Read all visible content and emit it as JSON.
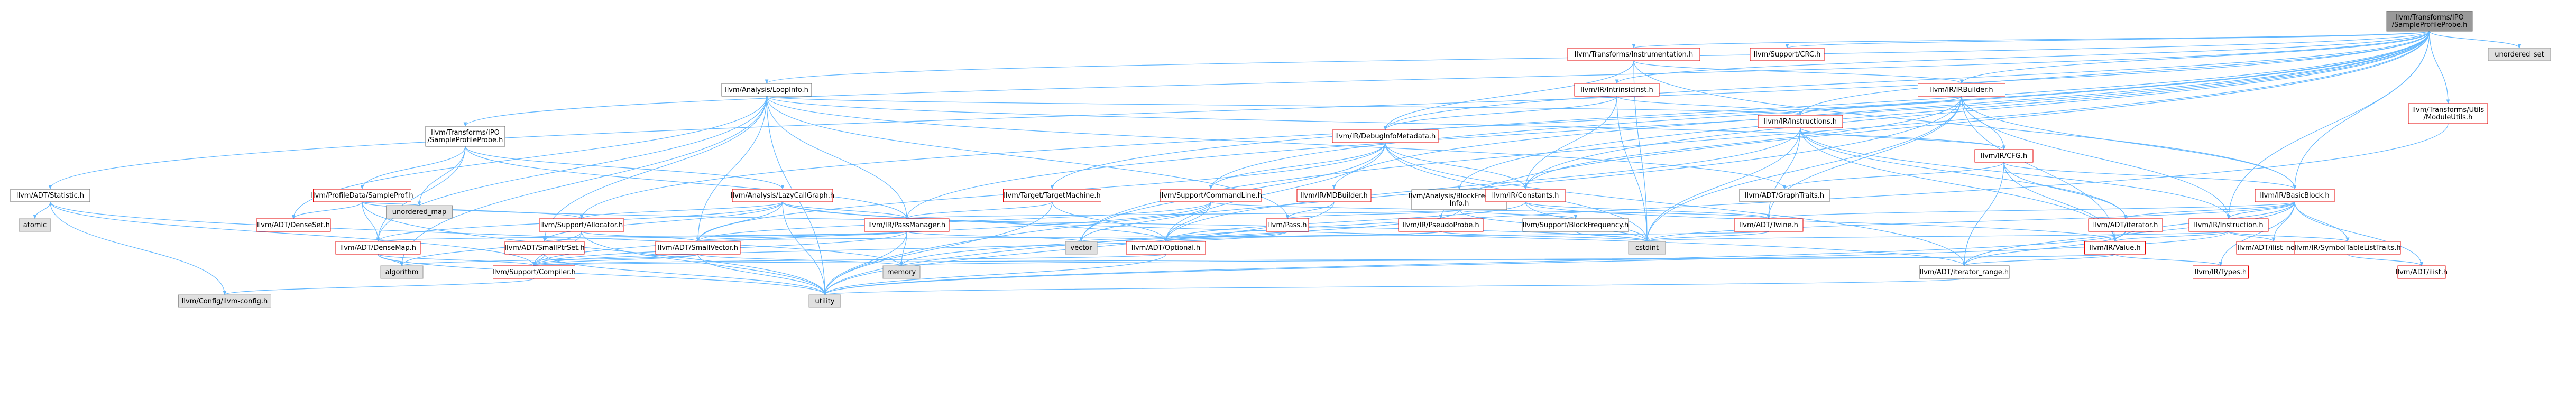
{
  "colors": {
    "edge": "#63b8ff",
    "node_border_red": "#e60000",
    "node_fill_gray": "#e0e0e0",
    "root_fill": "#999999"
  },
  "nodes": [
    {
      "id": "root",
      "style": "root",
      "lines": [
        "llvm/Transforms/IPO",
        "/SampleProfileProbe.h"
      ]
    },
    {
      "id": "crc",
      "style": "red",
      "lines": [
        "llvm/Support/CRC.h"
      ]
    },
    {
      "id": "uset",
      "style": "gray",
      "lines": [
        "unordered_set"
      ]
    },
    {
      "id": "instr",
      "style": "red",
      "lines": [
        "llvm/Transforms/Instrumentation.h"
      ]
    },
    {
      "id": "irbuilder",
      "style": "red",
      "lines": [
        "llvm/IR/IRBuilder.h"
      ]
    },
    {
      "id": "intrinsic",
      "style": "red",
      "lines": [
        "llvm/IR/IntrinsicInst.h"
      ]
    },
    {
      "id": "moduleutils",
      "style": "red",
      "lines": [
        "llvm/Transforms/Utils",
        "/ModuleUtils.h"
      ]
    },
    {
      "id": "loopinfo",
      "style": "plain",
      "lines": [
        "llvm/Analysis/LoopInfo.h"
      ]
    },
    {
      "id": "instructions",
      "style": "red",
      "lines": [
        "llvm/IR/Instructions.h"
      ]
    },
    {
      "id": "irCFG",
      "style": "red",
      "lines": [
        "llvm/IR/CFG.h"
      ]
    },
    {
      "id": "spp",
      "style": "plain",
      "lines": [
        "llvm/Transforms/IPO",
        "/SampleProfileProbe.h"
      ]
    },
    {
      "id": "debuginfo",
      "style": "red",
      "lines": [
        "llvm/IR/DebugInfoMetadata.h"
      ]
    },
    {
      "id": "statistic",
      "style": "plain",
      "lines": [
        "llvm/ADT/Statistic.h"
      ]
    },
    {
      "id": "profiledata",
      "style": "red",
      "lines": [
        "llvm/ProfileData/SampleProf.h"
      ]
    },
    {
      "id": "lazycg",
      "style": "red",
      "lines": [
        "llvm/Analysis/LazyCallGraph.h"
      ]
    },
    {
      "id": "targetmachine",
      "style": "red",
      "lines": [
        "llvm/Target/TargetMachine.h"
      ]
    },
    {
      "id": "cmdline",
      "style": "red",
      "lines": [
        "llvm/Support/CommandLine.h"
      ]
    },
    {
      "id": "mdbuilder",
      "style": "red",
      "lines": [
        "llvm/IR/MDBuilder.h"
      ]
    },
    {
      "id": "bfi",
      "style": "plain",
      "lines": [
        "llvm/Analysis/BlockFrequency",
        "Info.h"
      ]
    },
    {
      "id": "constants",
      "style": "red",
      "lines": [
        "llvm/IR/Constants.h"
      ]
    },
    {
      "id": "graphtraits",
      "style": "plain",
      "lines": [
        "llvm/ADT/GraphTraits.h"
      ]
    },
    {
      "id": "basicblock",
      "style": "red",
      "lines": [
        "llvm/IR/BasicBlock.h"
      ]
    },
    {
      "id": "umap",
      "style": "gray",
      "lines": [
        "unordered_map"
      ]
    },
    {
      "id": "atomic",
      "style": "gray",
      "lines": [
        "atomic"
      ]
    },
    {
      "id": "denseset",
      "style": "red",
      "lines": [
        "llvm/ADT/DenseSet.h"
      ]
    },
    {
      "id": "allocator",
      "style": "red",
      "lines": [
        "llvm/Support/Allocator.h"
      ]
    },
    {
      "id": "passmanager",
      "style": "red",
      "lines": [
        "llvm/IR/PassManager.h"
      ]
    },
    {
      "id": "pass",
      "style": "red",
      "lines": [
        "llvm/Pass.h"
      ]
    },
    {
      "id": "bfreq",
      "style": "plain",
      "lines": [
        "llvm/Support/BlockFrequency.h"
      ]
    },
    {
      "id": "pseudoprobe",
      "style": "red",
      "lines": [
        "llvm/IR/PseudoProbe.h"
      ]
    },
    {
      "id": "twine",
      "style": "red",
      "lines": [
        "llvm/ADT/Twine.h"
      ]
    },
    {
      "id": "adtiterator",
      "style": "red",
      "lines": [
        "llvm/ADT/iterator.h"
      ]
    },
    {
      "id": "instruction",
      "style": "red",
      "lines": [
        "llvm/IR/Instruction.h"
      ]
    },
    {
      "id": "densemap",
      "style": "red",
      "lines": [
        "llvm/ADT/DenseMap.h"
      ]
    },
    {
      "id": "smallptrset",
      "style": "red",
      "lines": [
        "llvm/ADT/SmallPtrSet.h"
      ]
    },
    {
      "id": "smallvector",
      "style": "red",
      "lines": [
        "llvm/ADT/SmallVector.h"
      ]
    },
    {
      "id": "vector",
      "style": "gray",
      "lines": [
        "vector"
      ]
    },
    {
      "id": "optional",
      "style": "red",
      "lines": [
        "llvm/ADT/Optional.h"
      ]
    },
    {
      "id": "cstdint",
      "style": "gray",
      "lines": [
        "cstdint"
      ]
    },
    {
      "id": "value",
      "style": "red",
      "lines": [
        "llvm/IR/Value.h"
      ]
    },
    {
      "id": "ilistnode",
      "style": "red",
      "lines": [
        "llvm/ADT/ilist_node.h"
      ]
    },
    {
      "id": "symtrait",
      "style": "red",
      "lines": [
        "llvm/IR/SymbolTableListTraits.h"
      ]
    },
    {
      "id": "algorithm",
      "style": "gray",
      "lines": [
        "algorithm"
      ]
    },
    {
      "id": "compiler",
      "style": "red",
      "lines": [
        "llvm/Support/Compiler.h"
      ]
    },
    {
      "id": "memory",
      "style": "gray",
      "lines": [
        "memory"
      ]
    },
    {
      "id": "iterrange",
      "style": "plain",
      "lines": [
        "llvm/ADT/iterator_range.h"
      ]
    },
    {
      "id": "types",
      "style": "red",
      "lines": [
        "llvm/IR/Types.h"
      ]
    },
    {
      "id": "ilist",
      "style": "red",
      "lines": [
        "llvm/ADT/ilist.h"
      ]
    },
    {
      "id": "config",
      "style": "gray",
      "lines": [
        "llvm/Config/llvm-config.h"
      ]
    },
    {
      "id": "utility",
      "style": "gray",
      "lines": [
        "utility"
      ]
    }
  ],
  "edges": [
    [
      "root",
      "crc"
    ],
    [
      "root",
      "uset"
    ],
    [
      "root",
      "instr"
    ],
    [
      "root",
      "irbuilder"
    ],
    [
      "root",
      "intrinsic"
    ],
    [
      "root",
      "moduleutils"
    ],
    [
      "root",
      "loopinfo"
    ],
    [
      "root",
      "spp"
    ],
    [
      "root",
      "statistic"
    ],
    [
      "root",
      "targetmachine"
    ],
    [
      "root",
      "cmdline"
    ],
    [
      "root",
      "mdbuilder"
    ],
    [
      "root",
      "bfi"
    ],
    [
      "root",
      "constants"
    ],
    [
      "root",
      "debuginfo"
    ],
    [
      "root",
      "basicblock"
    ],
    [
      "root",
      "pseudoprobe"
    ],
    [
      "root",
      "instruction"
    ],
    [
      "root",
      "allocator"
    ],
    [
      "root",
      "passmanager"
    ],
    [
      "root",
      "vector"
    ],
    [
      "root",
      "instructions"
    ],
    [
      "instr",
      "irbuilder"
    ],
    [
      "instr",
      "debuginfo"
    ],
    [
      "instr",
      "basicblock"
    ],
    [
      "instr",
      "cstdint"
    ],
    [
      "intrinsic",
      "instructions"
    ],
    [
      "intrinsic",
      "debuginfo"
    ],
    [
      "intrinsic",
      "constants"
    ],
    [
      "intrinsic",
      "cstdint"
    ],
    [
      "irbuilder",
      "instructions"
    ],
    [
      "irbuilder",
      "irCFG"
    ],
    [
      "irbuilder",
      "basicblock"
    ],
    [
      "irbuilder",
      "constants"
    ],
    [
      "irbuilder",
      "instruction"
    ],
    [
      "irbuilder",
      "value"
    ],
    [
      "irbuilder",
      "twine"
    ],
    [
      "irbuilder",
      "cstdint"
    ],
    [
      "irbuilder",
      "utility"
    ],
    [
      "moduleutils",
      "utility"
    ],
    [
      "loopinfo",
      "instructions"
    ],
    [
      "loopinfo",
      "irCFG"
    ],
    [
      "loopinfo",
      "densemap"
    ],
    [
      "loopinfo",
      "denseset"
    ],
    [
      "loopinfo",
      "smallptrset"
    ],
    [
      "loopinfo",
      "smallvector"
    ],
    [
      "loopinfo",
      "passmanager"
    ],
    [
      "loopinfo",
      "pass"
    ],
    [
      "loopinfo",
      "graphtraits"
    ],
    [
      "loopinfo",
      "algorithm"
    ],
    [
      "loopinfo",
      "utility"
    ],
    [
      "instructions",
      "irCFG"
    ],
    [
      "instructions",
      "instruction"
    ],
    [
      "instructions",
      "adtiterator"
    ],
    [
      "instructions",
      "twine"
    ],
    [
      "instructions",
      "value"
    ],
    [
      "instructions",
      "cstdint"
    ],
    [
      "instructions",
      "optional"
    ],
    [
      "irCFG",
      "graphtraits"
    ],
    [
      "irCFG",
      "basicblock"
    ],
    [
      "irCFG",
      "adtiterator"
    ],
    [
      "irCFG",
      "iterrange"
    ],
    [
      "irCFG",
      "value"
    ],
    [
      "spp",
      "profiledata"
    ],
    [
      "spp",
      "lazycg"
    ],
    [
      "spp",
      "passmanager"
    ],
    [
      "spp",
      "umap"
    ],
    [
      "spp",
      "densemap"
    ],
    [
      "debuginfo",
      "constants"
    ],
    [
      "debuginfo",
      "cmdline"
    ],
    [
      "debuginfo",
      "smallvector"
    ],
    [
      "debuginfo",
      "optional"
    ],
    [
      "debuginfo",
      "iterrange"
    ],
    [
      "debuginfo",
      "cstdint"
    ],
    [
      "debuginfo",
      "vector"
    ],
    [
      "statistic",
      "atomic"
    ],
    [
      "statistic",
      "compiler"
    ],
    [
      "statistic",
      "memory"
    ],
    [
      "statistic",
      "config"
    ],
    [
      "profiledata",
      "denseset"
    ],
    [
      "profiledata",
      "densemap"
    ],
    [
      "profiledata",
      "allocator"
    ],
    [
      "profiledata",
      "umap"
    ],
    [
      "profiledata",
      "cstdint"
    ],
    [
      "profiledata",
      "utility"
    ],
    [
      "lazycg",
      "densemap"
    ],
    [
      "lazycg",
      "smallptrset"
    ],
    [
      "lazycg",
      "smallvector"
    ],
    [
      "lazycg",
      "passmanager"
    ],
    [
      "lazycg",
      "allocator"
    ],
    [
      "lazycg",
      "optional"
    ],
    [
      "lazycg",
      "iterrange"
    ],
    [
      "lazycg",
      "utility"
    ],
    [
      "targetmachine",
      "passmanager"
    ],
    [
      "targetmachine",
      "optional"
    ],
    [
      "targetmachine",
      "utility"
    ],
    [
      "cmdline",
      "smallvector"
    ],
    [
      "cmdline",
      "optional"
    ],
    [
      "cmdline",
      "twine"
    ],
    [
      "cmdline",
      "vector"
    ],
    [
      "cmdline",
      "compiler"
    ],
    [
      "mdbuilder",
      "pass"
    ],
    [
      "mdbuilder",
      "utility"
    ],
    [
      "bfi",
      "bfreq"
    ],
    [
      "bfi",
      "passmanager"
    ],
    [
      "bfi",
      "pass"
    ],
    [
      "bfi",
      "cstdint"
    ],
    [
      "bfi",
      "memory"
    ],
    [
      "constants",
      "twine"
    ],
    [
      "constants",
      "optional"
    ],
    [
      "constants",
      "value"
    ],
    [
      "constants",
      "cstdint"
    ],
    [
      "basicblock",
      "twine"
    ],
    [
      "basicblock",
      "adtiterator"
    ],
    [
      "basicblock",
      "ilistnode"
    ],
    [
      "basicblock",
      "symtrait"
    ],
    [
      "basicblock",
      "instruction"
    ],
    [
      "basicblock",
      "value"
    ],
    [
      "basicblock",
      "iterrange"
    ],
    [
      "basicblock",
      "types"
    ],
    [
      "basicblock",
      "ilist"
    ],
    [
      "basicblock",
      "cstdint"
    ],
    [
      "allocator",
      "compiler"
    ],
    [
      "allocator",
      "smallvector"
    ],
    [
      "allocator",
      "utility"
    ],
    [
      "allocator",
      "algorithm"
    ],
    [
      "passmanager",
      "densemap"
    ],
    [
      "passmanager",
      "smallptrset"
    ],
    [
      "passmanager",
      "smallvector"
    ],
    [
      "passmanager",
      "memory"
    ],
    [
      "passmanager",
      "vector"
    ],
    [
      "passmanager",
      "utility"
    ],
    [
      "passmanager",
      "compiler"
    ],
    [
      "pass",
      "optional"
    ],
    [
      "pass",
      "compiler"
    ],
    [
      "bfreq",
      "cstdint"
    ],
    [
      "pseudoprobe",
      "optional"
    ],
    [
      "pseudoprobe",
      "cstdint"
    ],
    [
      "pseudoprobe",
      "vector"
    ],
    [
      "twine",
      "smallvector"
    ],
    [
      "twine",
      "cstdint"
    ],
    [
      "adtiterator",
      "iterrange"
    ],
    [
      "adtiterator",
      "utility"
    ],
    [
      "instruction",
      "ilistnode"
    ],
    [
      "instruction",
      "symtrait"
    ],
    [
      "instruction",
      "value"
    ],
    [
      "instruction",
      "utility"
    ],
    [
      "instruction",
      "cstdint"
    ],
    [
      "densemap",
      "algorithm"
    ],
    [
      "densemap",
      "compiler"
    ],
    [
      "densemap",
      "utility"
    ],
    [
      "smallptrset",
      "compiler"
    ],
    [
      "smallptrset",
      "utility"
    ],
    [
      "smallvector",
      "compiler"
    ],
    [
      "smallvector",
      "algorithm"
    ],
    [
      "smallvector",
      "memory"
    ],
    [
      "smallvector",
      "utility"
    ],
    [
      "optional",
      "compiler"
    ],
    [
      "optional",
      "utility"
    ],
    [
      "value",
      "iterrange"
    ],
    [
      "value",
      "types"
    ],
    [
      "value",
      "memory"
    ],
    [
      "value",
      "compiler"
    ],
    [
      "symtrait",
      "ilist"
    ],
    [
      "compiler",
      "config"
    ],
    [
      "iterrange",
      "utility"
    ]
  ]
}
